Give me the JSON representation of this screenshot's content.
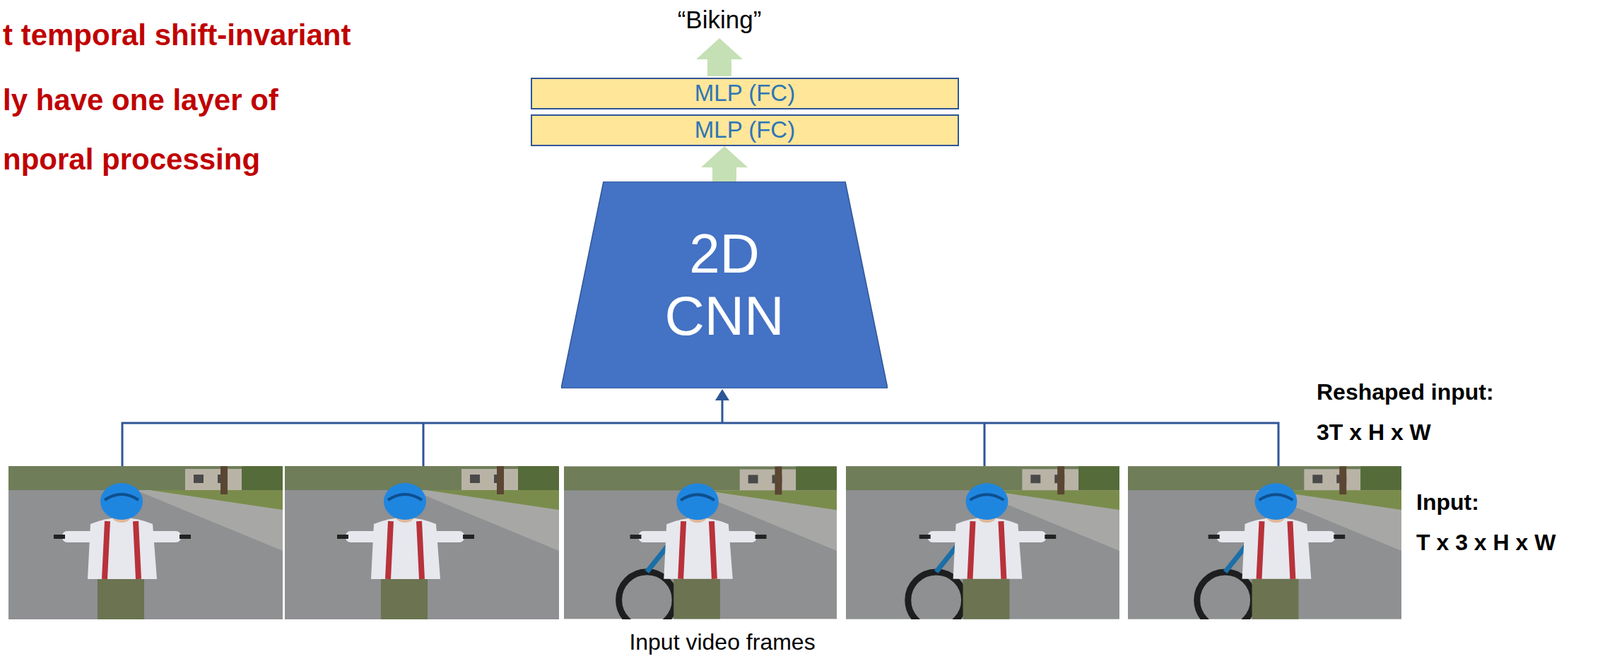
{
  "diagram": {
    "nodes": [
      {
        "text": [
          "MLP (FC)"
        ]
      },
      {
        "text": [
          "MLP (FC)"
        ]
      },
      {
        "text": [
          "2D CNN"
        ]
      }
    ],
    "edges": [
      {
        "from": 2,
        "to": 1,
        "arrow": "to"
      }
    ],
    "labels": [
      "t temporal shift-invariant",
      "ly have one layer of",
      "nporal processing",
      "“Biking”",
      "Reshaped input:",
      "3T x H x W",
      "Input:",
      "T x 3 x H x W",
      "Input video frames"
    ]
  }
}
